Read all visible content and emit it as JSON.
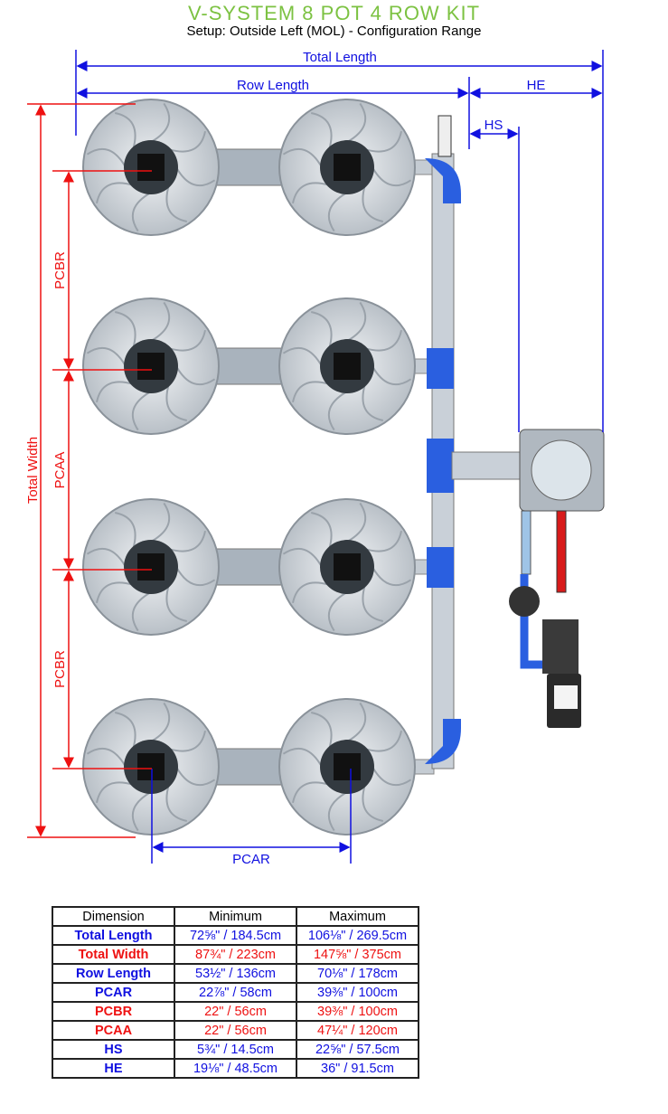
{
  "header": {
    "title": "V-SYSTEM 8 POT 4 ROW KIT",
    "subtitle": "Setup: Outside Left (MOL) - Configuration Range"
  },
  "diagram": {
    "labels": {
      "total_length": "Total Length",
      "row_length": "Row Length",
      "he": "HE",
      "hs": "HS",
      "total_width": "Total Width",
      "pcbr_top": "PCBR",
      "pcaa": "PCAA",
      "pcbr_bottom": "PCBR",
      "pcar": "PCAR"
    },
    "colors": {
      "blue_dim": "#1010e0",
      "red_dim": "#ee1111",
      "pipe_blue": "#2a5fe0",
      "pot": "#d6dbe0",
      "pot_center": "#333a40"
    },
    "pot_rows": 4,
    "pots_per_row": 2
  },
  "table": {
    "headers": [
      "Dimension",
      "Minimum",
      "Maximum"
    ],
    "rows": [
      {
        "name": "Total Length",
        "min": "72⅝\" / 184.5cm",
        "max": "106⅛\" / 269.5cm",
        "color": "blue"
      },
      {
        "name": "Total Width",
        "min": "87¾\" / 223cm",
        "max": "147⅝\" / 375cm",
        "color": "red"
      },
      {
        "name": "Row Length",
        "min": "53½\" / 136cm",
        "max": "70⅛\" / 178cm",
        "color": "blue"
      },
      {
        "name": "PCAR",
        "min": "22⅞\" / 58cm",
        "max": "39⅜\" / 100cm",
        "color": "blue"
      },
      {
        "name": "PCBR",
        "min": "22\" / 56cm",
        "max": "39⅜\" / 100cm",
        "color": "red"
      },
      {
        "name": "PCAA",
        "min": "22\" / 56cm",
        "max": "47¼\" / 120cm",
        "color": "red"
      },
      {
        "name": "HS",
        "min": "5¾\" / 14.5cm",
        "max": "22⅝\" / 57.5cm",
        "color": "blue"
      },
      {
        "name": "HE",
        "min": "19⅛\" / 48.5cm",
        "max": "36\" / 91.5cm",
        "color": "blue"
      }
    ]
  }
}
